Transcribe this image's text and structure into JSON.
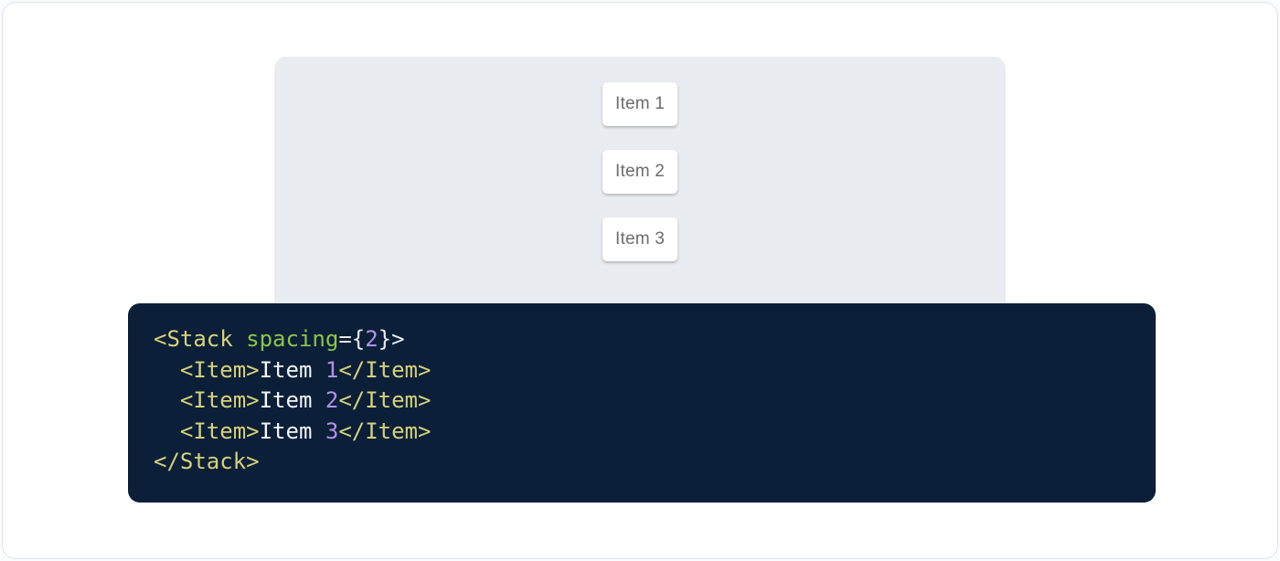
{
  "page": {
    "background": "#ffffff",
    "border_color": "#dfe3e8"
  },
  "demo": {
    "panel_bg": "#e9ecf0",
    "item_text_color": "#6b6b6b",
    "items": [
      {
        "label": "Item 1"
      },
      {
        "label": "Item 2"
      },
      {
        "label": "Item 3"
      }
    ]
  },
  "code": {
    "background": "#0c1f38",
    "colors": {
      "tag": "#d6d17b",
      "attr": "#8cc54b",
      "num": "#b292e9",
      "punct": "#e9edf2",
      "plain": "#f2f5f8"
    },
    "raw_text": "<Stack spacing={2}>\n  <Item>Item 1</Item>\n  <Item>Item 2</Item>\n  <Item>Item 3</Item>\n</Stack>",
    "lines": [
      {
        "tokens": [
          {
            "c": "tag",
            "t": "<Stack "
          },
          {
            "c": "attr",
            "t": "spacing"
          },
          {
            "c": "punct",
            "t": "={"
          },
          {
            "c": "num",
            "t": "2"
          },
          {
            "c": "punct",
            "t": "}>"
          }
        ]
      },
      {
        "tokens": [
          {
            "c": "plain",
            "t": "  "
          },
          {
            "c": "tag",
            "t": "<Item>"
          },
          {
            "c": "plain",
            "t": "Item "
          },
          {
            "c": "num",
            "t": "1"
          },
          {
            "c": "tag",
            "t": "</Item>"
          }
        ]
      },
      {
        "tokens": [
          {
            "c": "plain",
            "t": "  "
          },
          {
            "c": "tag",
            "t": "<Item>"
          },
          {
            "c": "plain",
            "t": "Item "
          },
          {
            "c": "num",
            "t": "2"
          },
          {
            "c": "tag",
            "t": "</Item>"
          }
        ]
      },
      {
        "tokens": [
          {
            "c": "plain",
            "t": "  "
          },
          {
            "c": "tag",
            "t": "<Item>"
          },
          {
            "c": "plain",
            "t": "Item "
          },
          {
            "c": "num",
            "t": "3"
          },
          {
            "c": "tag",
            "t": "</Item>"
          }
        ]
      },
      {
        "tokens": [
          {
            "c": "tag",
            "t": "</Stack>"
          }
        ]
      }
    ]
  }
}
